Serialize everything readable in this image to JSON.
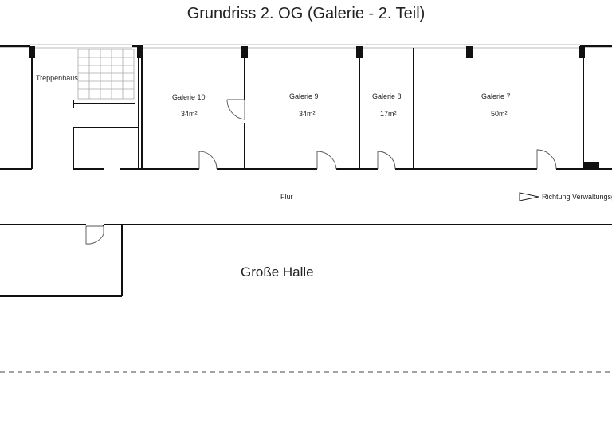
{
  "title": "Grundriss 2. OG (Galerie - 2. Teil)",
  "stairwell_label": "Treppenhaus",
  "rooms": [
    {
      "name": "Galerie 10",
      "area": "34m²"
    },
    {
      "name": "Galerie 9",
      "area": "34m²"
    },
    {
      "name": "Galerie 8",
      "area": "17m²"
    },
    {
      "name": "Galerie 7",
      "area": "50m²"
    }
  ],
  "corridor_label": "Flur",
  "direction_label": "Richtung Verwaltungsge",
  "hall_label": "Große Halle",
  "colors": {
    "wall": "#111111",
    "window": "#cccccc",
    "dashed": "#444444"
  }
}
